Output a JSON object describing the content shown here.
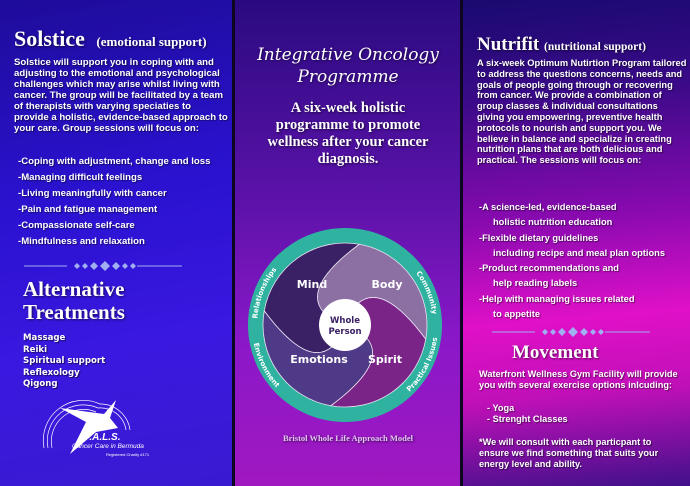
{
  "solstice": {
    "title": "Solstice",
    "subtitle": "(emotional support)",
    "body": "Solstice will support you in coping with and adjusting to the emotional and psychological challenges which may arise whilst living with cancer. The group will be facilitated by a team of therapists with varying speciaties to provide a holistic, evidence-based approach to your care. Group sessions will focus on:",
    "items": [
      "-Coping with adjustment, change and loss",
      "-Managing difficult feelings",
      "-Living meaningfully with cancer",
      "-Pain and fatigue management",
      "-Compassionate self-care",
      "-Mindfulness and relaxation"
    ]
  },
  "alternative": {
    "title_line1": "Alternative",
    "title_line2": "Treatments",
    "items": [
      "Massage",
      "Reiki",
      "Spiritual support",
      "Reflexology",
      "Qigong"
    ]
  },
  "logo": {
    "name": "P.A.L.S.",
    "tagline": "Cancer Care in Bermuda",
    "small": "Registered Charity #171"
  },
  "center": {
    "title_line1": "Integrative Oncology",
    "title_line2": "Programme",
    "tagline": "A six-week holistic programme to promote wellness after your cancer diagnosis.",
    "model": {
      "caption": "Bristol Whole Life Approach Model",
      "core": [
        "Whole",
        "Person"
      ],
      "segments": [
        {
          "label": "Mind",
          "color": "#8c70a4"
        },
        {
          "label": "Body",
          "color": "#7a2488"
        },
        {
          "label": "Spirit",
          "color": "#4e3a86"
        },
        {
          "label": "Emotions",
          "color": "#3a2064"
        }
      ],
      "ring_labels": [
        "Relationships",
        "Community",
        "Practical Issues",
        "Environment"
      ],
      "ring_color": "#2fb3a0"
    }
  },
  "nutrifit": {
    "title": "Nutrifit",
    "subtitle": "(nutritional support)",
    "body": "A six-week Optimum Nutirtion Program tailored to address the questions concerns, needs and goals of people going through or recovering from cancer.  We provide a combination of group classes & individual consultations giving you empowering, preventive health protocols to nourish and support you.  We believe in balance and specialize in creating nutrition plans that are both delicious and practical.  The sessions will focus on:",
    "items": [
      {
        "a": "-A science-led, evidence-based",
        "b": "holistic nutrition education"
      },
      {
        "a": "-Flexible dietary guidelines",
        "b": "including recipe and meal plan options"
      },
      {
        "a": "-Product recommendations and",
        "b": "help reading labels"
      },
      {
        "a": "-Help with managing issues related",
        "b": "to appetite"
      }
    ]
  },
  "movement": {
    "title": "Movement",
    "body": "Waterfront Wellness Gym Facility will provide you with several exercise options inlcuding:",
    "items": [
      "- Yoga",
      "- Strenght Classes"
    ],
    "note": "*We will consult with each particpant to ensure we find something that suits your energy level and ability."
  }
}
